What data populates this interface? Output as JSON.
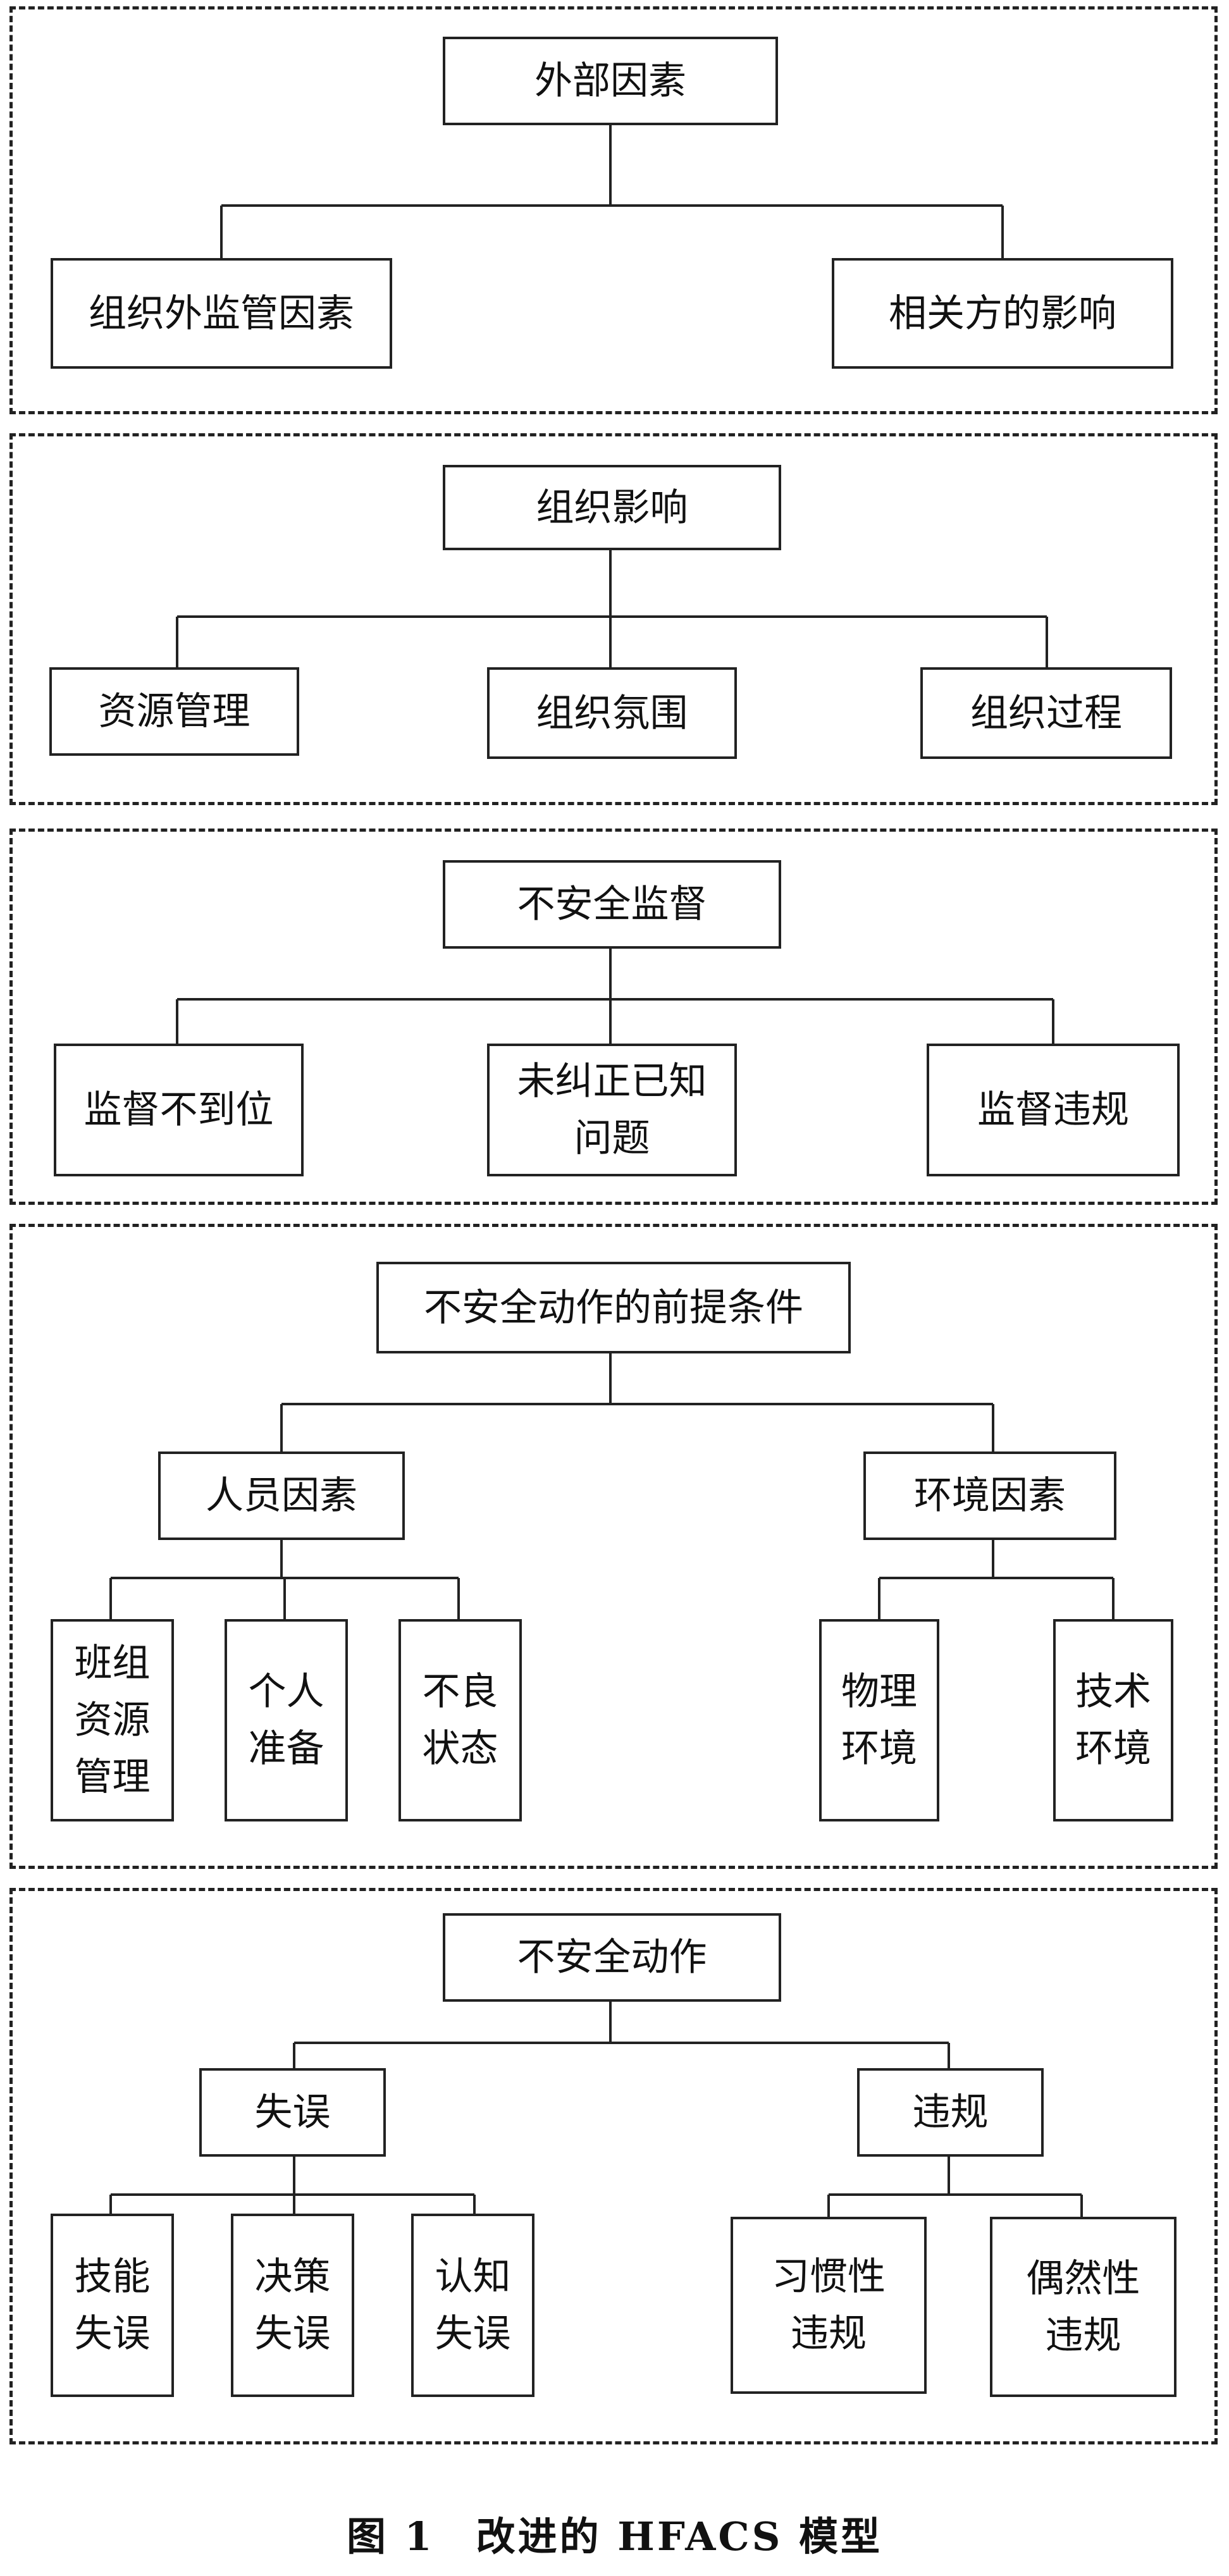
{
  "sections": [
    {
      "root": "外部因素",
      "children": [
        "组织外监管因素",
        "相关方的影响"
      ]
    },
    {
      "root": "组织影响",
      "children": [
        "资源管理",
        "组织氛围",
        "组织过程"
      ]
    },
    {
      "root": "不安全监督",
      "children": [
        "监督不到位",
        "未纠正已知\n问题",
        "监督违规"
      ]
    },
    {
      "root": "不安全动作的前提条件",
      "groups": [
        {
          "label": "人员因素",
          "children": [
            "班组\n资源\n管理",
            "个人\n准备",
            "不良\n状态"
          ]
        },
        {
          "label": "环境因素",
          "children": [
            "物理\n环境",
            "技术\n环境"
          ]
        }
      ]
    },
    {
      "root": "不安全动作",
      "groups": [
        {
          "label": "失误",
          "children": [
            "技能\n失误",
            "决策\n失误",
            "认知\n失误"
          ]
        },
        {
          "label": "违规",
          "children": [
            "习惯性\n违规",
            "偶然性\n违规"
          ]
        }
      ]
    }
  ],
  "caption": "图 1　改进的 HFACS 模型"
}
